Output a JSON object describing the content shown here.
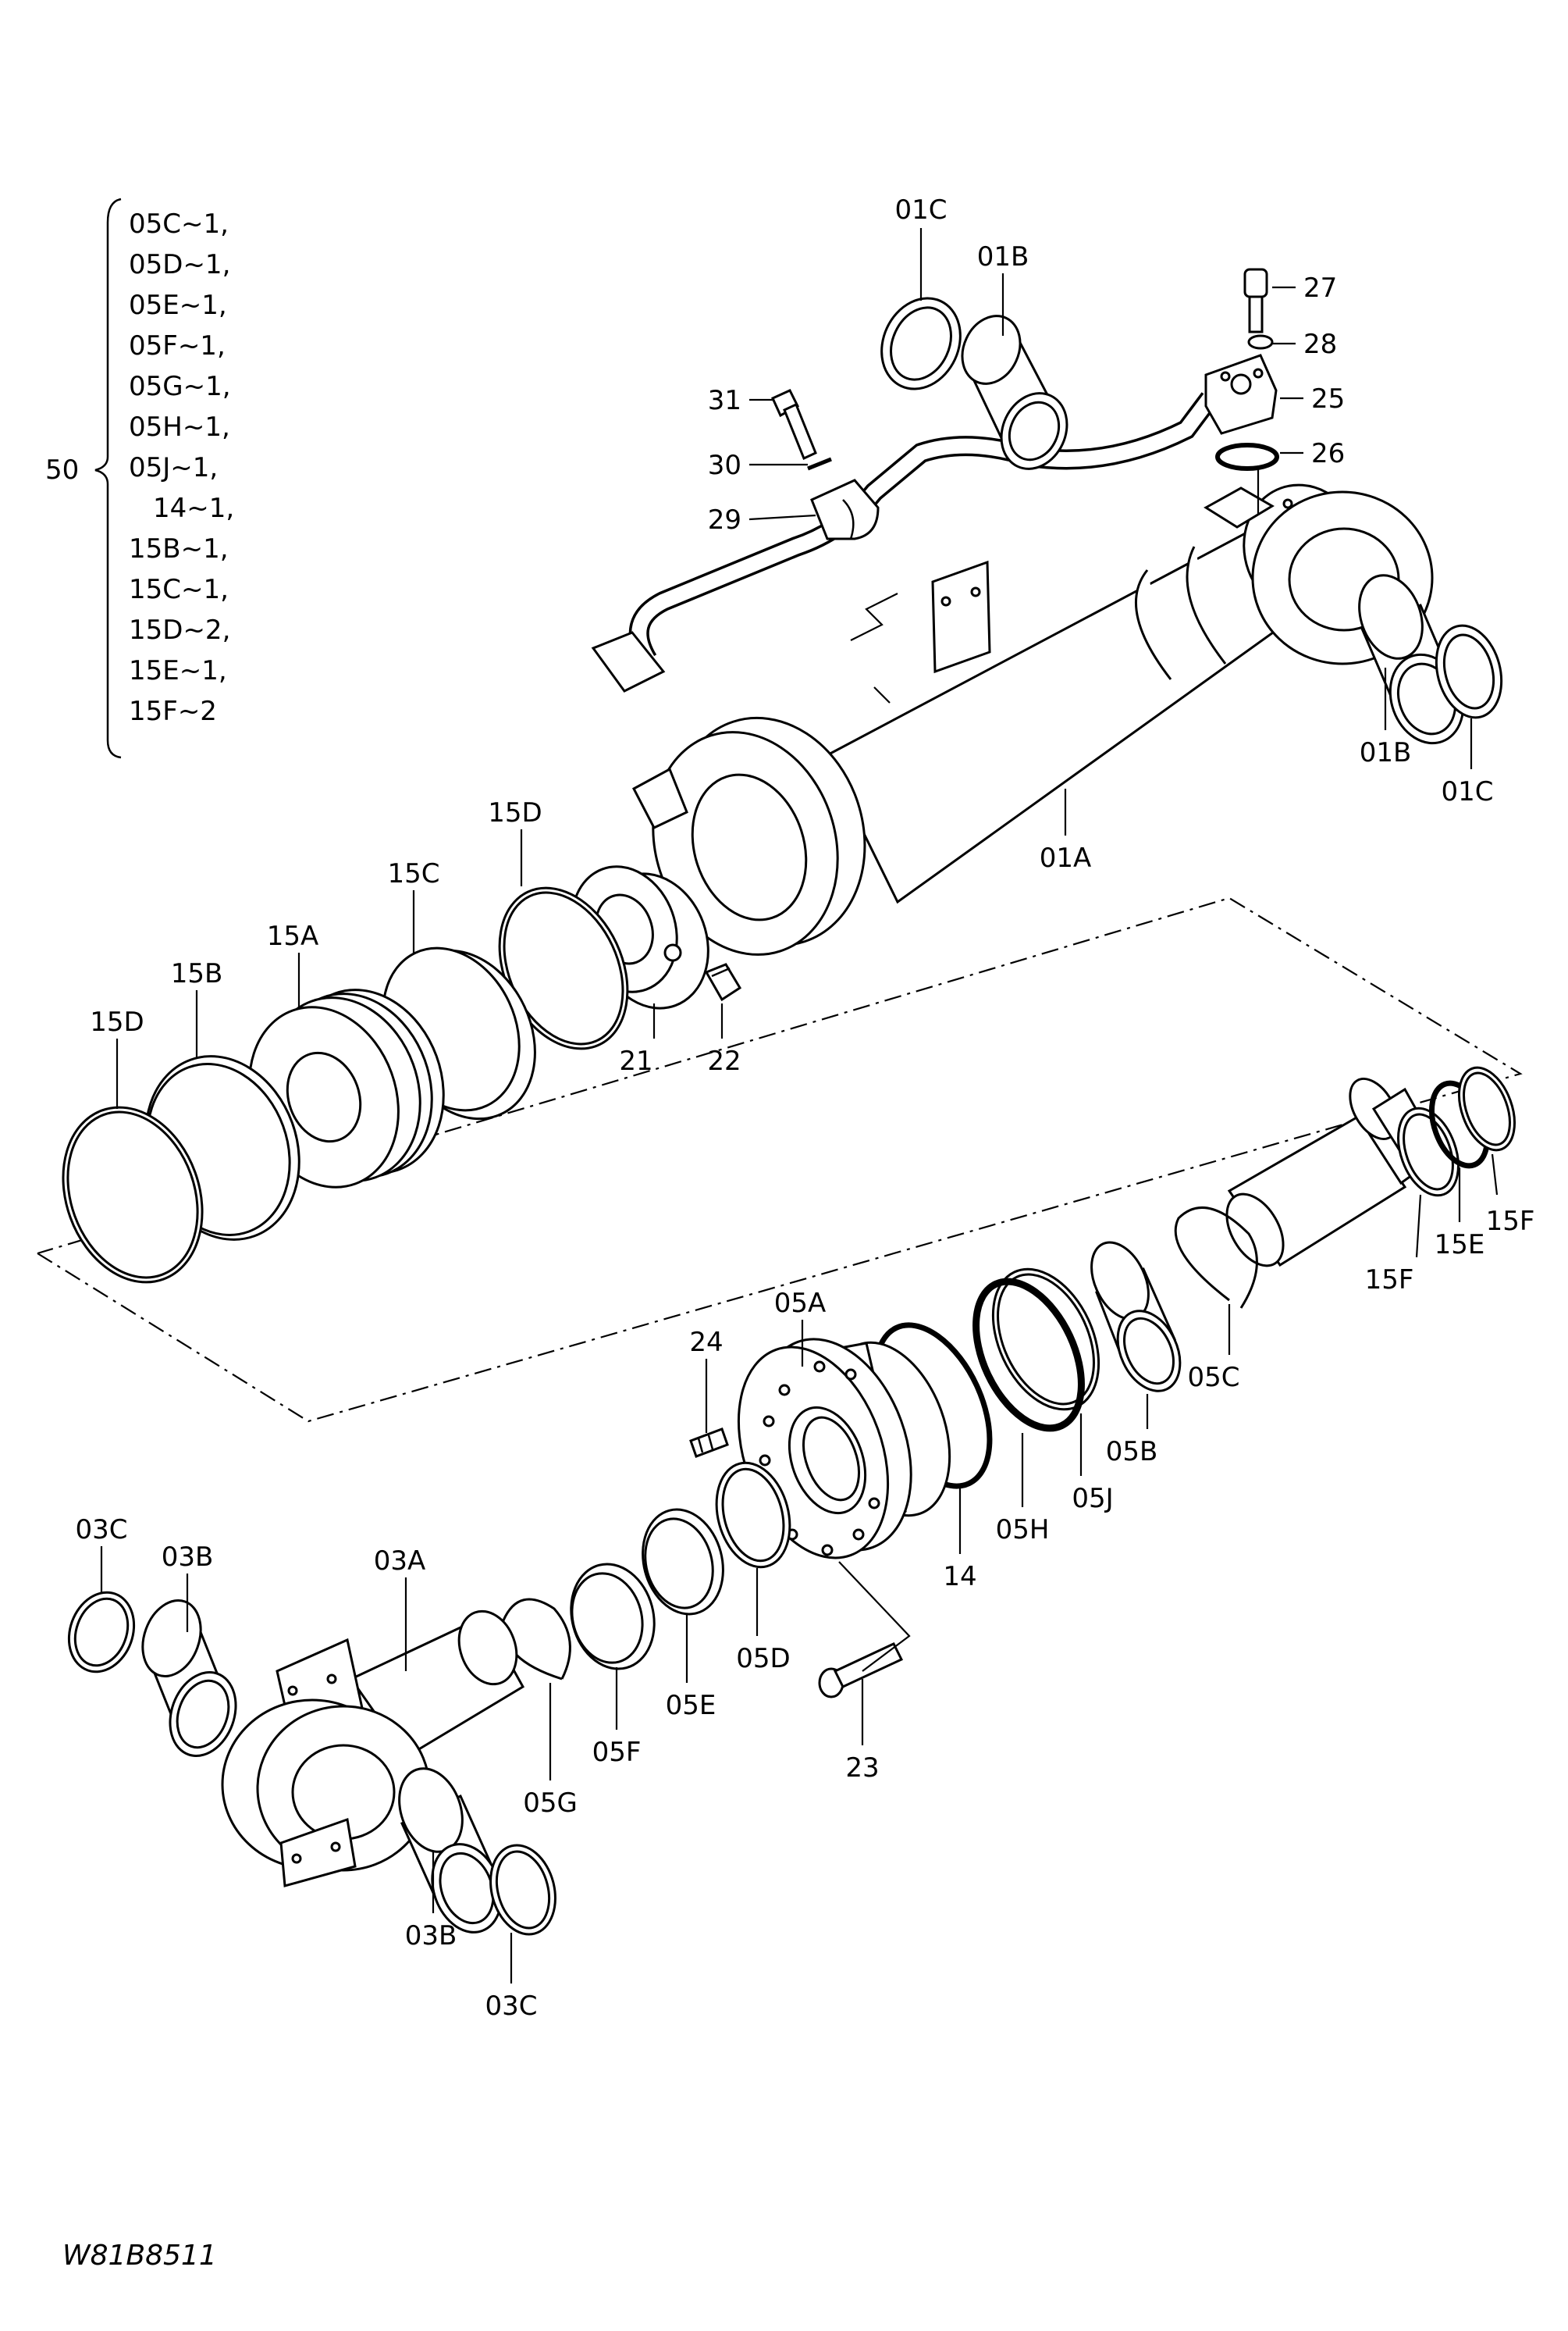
{
  "kit": {
    "number": "50",
    "items": [
      "05C~1,",
      "05D~1,",
      "05E~1,",
      "05F~1,",
      "05G~1,",
      "05H~1,",
      "05J~1,",
      "14~1,",
      "15B~1,",
      "15C~1,",
      "15D~2,",
      "15E~1,",
      "15F~2"
    ]
  },
  "labels": {
    "p01C_top": "01C",
    "p01B_top": "01B",
    "p27": "27",
    "p28": "28",
    "p25": "25",
    "p26": "26",
    "p31": "31",
    "p30": "30",
    "p29": "29",
    "p01B_right": "01B",
    "p01C_right": "01C",
    "p01A": "01A",
    "p15D_top": "15D",
    "p15C": "15C",
    "p15A": "15A",
    "p15B": "15B",
    "p15D_left": "15D",
    "p21": "21",
    "p22": "22",
    "p15F_right": "15F",
    "p15E": "15E",
    "p15F_left": "15F",
    "p05C": "05C",
    "p05B": "05B",
    "p05J": "05J",
    "p05H": "05H",
    "p14": "14",
    "p05A": "05A",
    "p24": "24",
    "p05D": "05D",
    "p05E": "05E",
    "p05F": "05F",
    "p05G": "05G",
    "p23": "23",
    "p03C_top": "03C",
    "p03B_top": "03B",
    "p03A": "03A",
    "p03B_bottom": "03B",
    "p03C_bottom": "03C"
  },
  "drawing_code": "W81B8511"
}
